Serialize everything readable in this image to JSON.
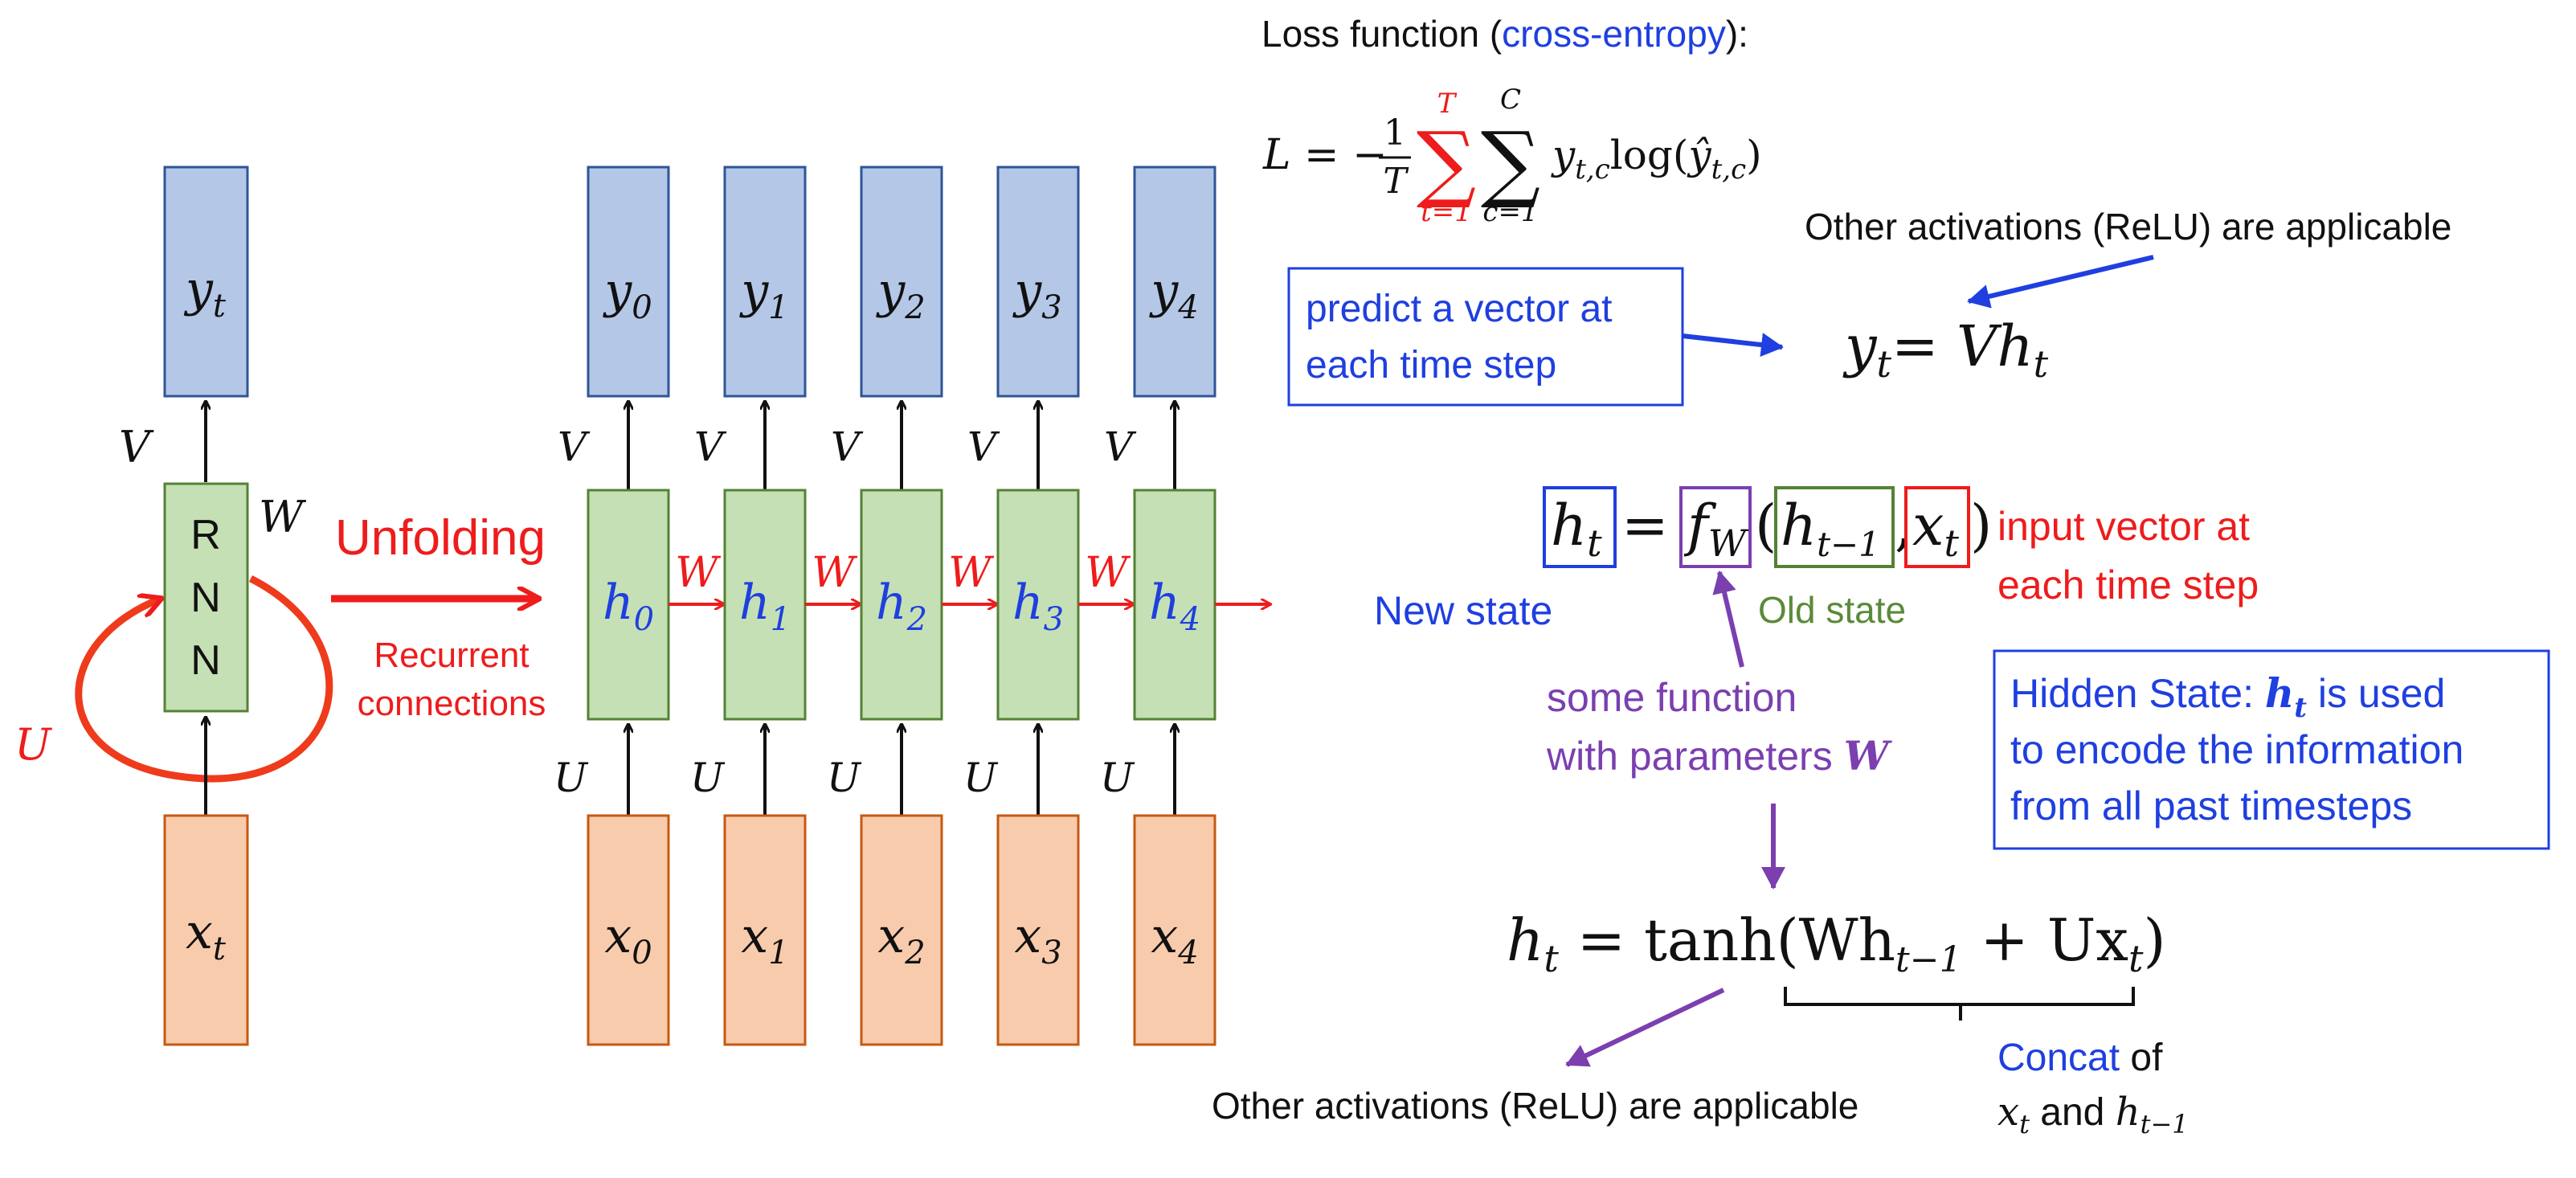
{
  "folded": {
    "output_label": "y_t",
    "hidden_label": "R\nN\nN",
    "hidden_letters": [
      "R",
      "N",
      "N"
    ],
    "input_label": "x_t",
    "V": "V",
    "W": "W",
    "U": "U"
  },
  "unfolding": {
    "title": "Unfolding",
    "subtitle_line1": "Recurrent",
    "subtitle_line2": "connections"
  },
  "unfolded": {
    "V": "V",
    "W": "W",
    "U": "U",
    "steps": [
      {
        "y": "y",
        "h": "h",
        "x": "x",
        "sub": "0"
      },
      {
        "y": "y",
        "h": "h",
        "x": "x",
        "sub": "1"
      },
      {
        "y": "y",
        "h": "h",
        "x": "x",
        "sub": "2"
      },
      {
        "y": "y",
        "h": "h",
        "x": "x",
        "sub": "3"
      },
      {
        "y": "y",
        "h": "h",
        "x": "x",
        "sub": "4"
      }
    ]
  },
  "loss": {
    "title_prefix": "Loss function (",
    "title_link": "cross-entropy",
    "title_suffix": "):",
    "formula_L": "L = −",
    "frac_num": "1",
    "frac_den": "T",
    "sum1_top": "T",
    "sum1_bottom": "t=1",
    "sum2_top": "C",
    "sum2_bottom": "c=1",
    "term": "y",
    "term_sub": "t,c",
    "log_text": "log(",
    "yhat": "ŷ",
    "yhat_sub": "t,c",
    "close": ")"
  },
  "output_eq": {
    "note": "Other activations (ReLU) are applicable",
    "box_line1": "predict a vector at",
    "box_line2": "each time step",
    "eq_lhs": "y",
    "eq_lhs_sub": "t",
    "eq_rhs": "= Vh",
    "eq_rhs_sub": "t"
  },
  "state_eq": {
    "h": "h",
    "h_sub": "t",
    "equals": "=",
    "f": "f",
    "f_sub": "W",
    "open": "(",
    "hprev": "h",
    "hprev_sub": "t−1",
    "comma": ",",
    "x": "x",
    "x_sub": "t",
    "close": ")",
    "input_line1": "input vector at",
    "input_line2": "each time step",
    "new_state": "New state",
    "old_state": "Old state",
    "func_line1": "some function",
    "func_line2_prefix": "with parameters ",
    "func_line2_W": "W"
  },
  "hidden_box": {
    "line1_prefix": "Hidden State: ",
    "line1_h": "h",
    "line1_sub": "t",
    "line1_suffix": " is used",
    "line2": "to encode the information",
    "line3": "from all past timesteps"
  },
  "tanh_eq": {
    "lhs": "h",
    "lhs_sub": "t",
    "mid": " = tanh(Wh",
    "mid_sub": "t−1",
    "plus": " + Ux",
    "plus_sub": "t",
    "close": ")",
    "note": "Other activations (ReLU) are applicable",
    "concat_word": "Concat",
    "concat_of": " of",
    "concat_x": "x",
    "concat_x_sub": "t",
    "concat_and": " and ",
    "concat_h": "h",
    "concat_h_sub": "t−1"
  },
  "colors": {
    "red": "#ee1c1c",
    "blue": "#1f3fe0",
    "purple": "#7b3fb0",
    "green": "#5a8a3a",
    "output_box": "#b4c7e7",
    "hidden_box": "#c5e0b4",
    "input_box": "#f8cbad"
  }
}
